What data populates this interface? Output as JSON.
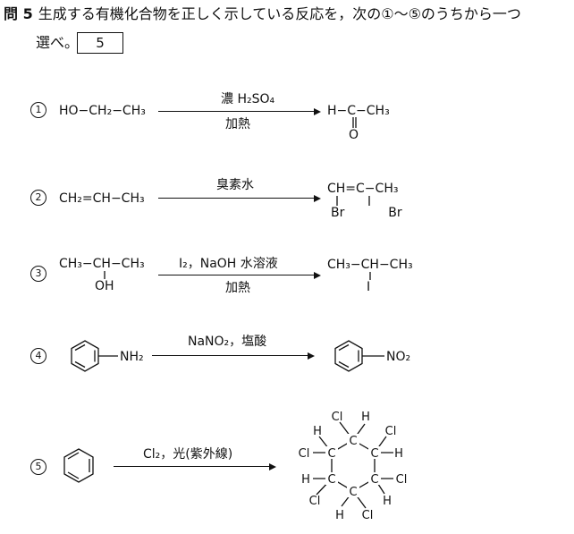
{
  "question": {
    "number": "問 5",
    "text": "生成する有機化合物を正しく示している反応を，次の①～⑤のうちから一つ",
    "text2": "選べ。",
    "answer_box": "5"
  },
  "options": [
    {
      "marker": "1",
      "reactant": "HO−CH₂−CH₃",
      "conditions_above": "濃 H₂SO₄",
      "conditions_below": "加熱",
      "product": "H−C−CH₃",
      "product_sub": "O"
    },
    {
      "marker": "2",
      "reactant": "CH₂=CH−CH₃",
      "conditions_above": "臭素水",
      "product": "CH=C−CH₃",
      "product_sub": "Br  Br"
    },
    {
      "marker": "3",
      "reactant": "CH₃−CH−CH₃",
      "reactant_sub": "OH",
      "conditions_above": "I₂，NaOH 水溶液",
      "conditions_below": "加熱",
      "product": "CH₃−CH−CH₃",
      "product_sub": "I"
    },
    {
      "marker": "4",
      "reactant_sub": "NH₂",
      "conditions_above": "NaNO₂，塩酸",
      "product_sub": "NO₂"
    },
    {
      "marker": "5",
      "conditions_above": "Cl₂，光(紫外線)"
    }
  ],
  "ring_labels": {
    "carbon": "C",
    "cl": "Cl",
    "h": "H"
  }
}
